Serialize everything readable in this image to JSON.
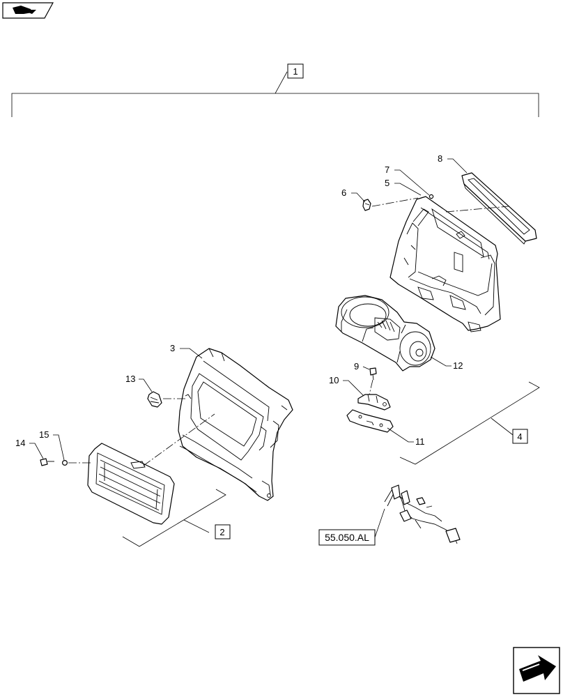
{
  "callouts": {
    "c1": "1",
    "c2": "2",
    "c3": "3",
    "c4": "4",
    "c5": "5",
    "c6": "6",
    "c7": "7",
    "c8": "8",
    "c9": "9",
    "c10": "10",
    "c11": "11",
    "c12": "12",
    "c13": "13",
    "c14": "14",
    "c15": "15"
  },
  "reference": "55.050.AL",
  "icons": {
    "top_left": "book-hand-icon",
    "bottom_right": "next-page-arrow-icon"
  }
}
